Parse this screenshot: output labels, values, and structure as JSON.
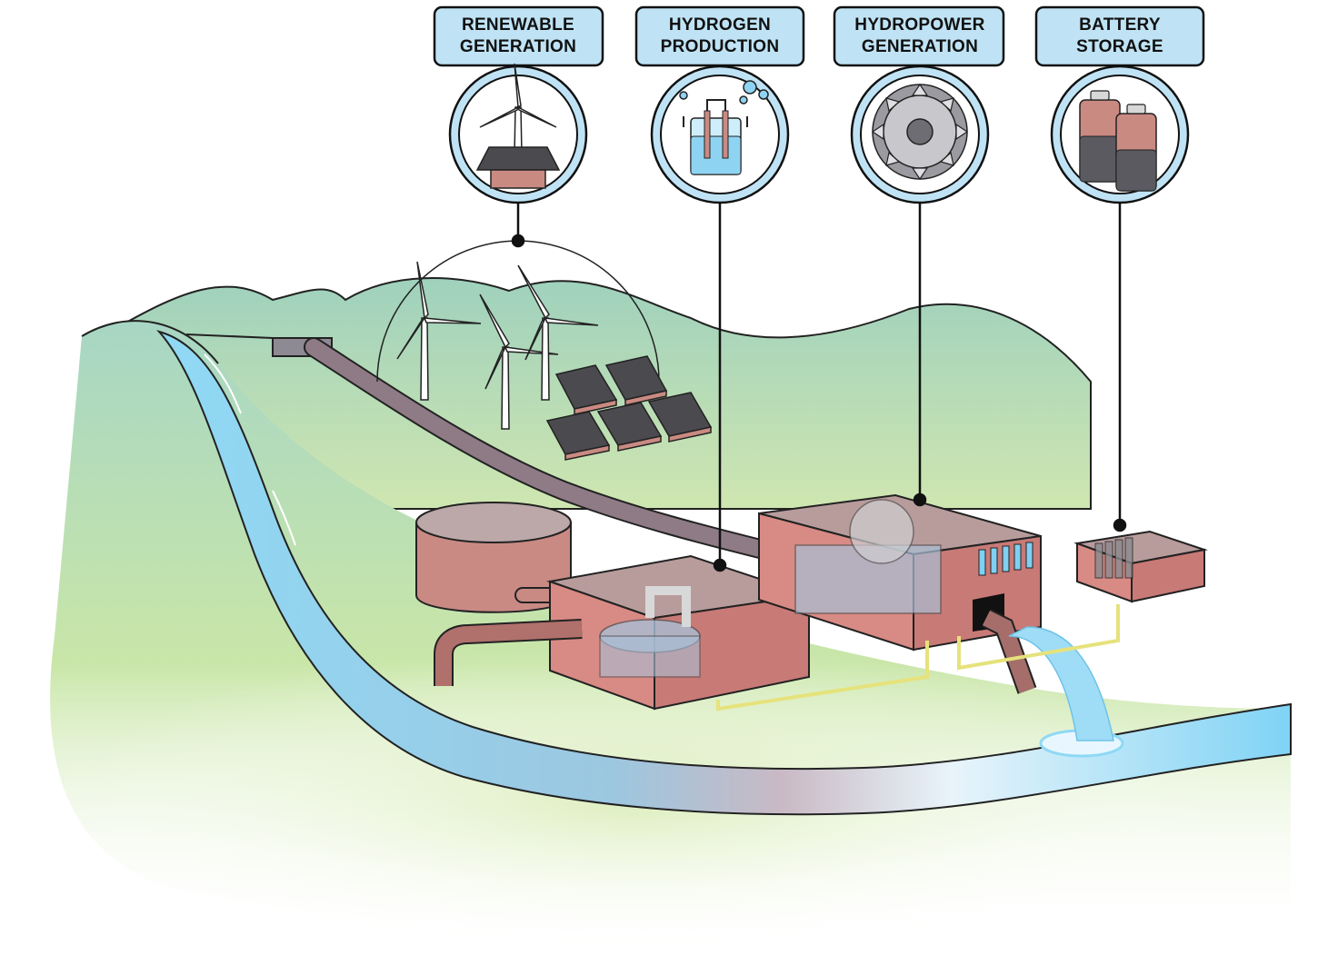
{
  "callouts": [
    {
      "line1": "RENEWABLE",
      "line2": "GENERATION",
      "icon": "wind-solar-icon"
    },
    {
      "line1": "HYDROGEN",
      "line2": "PRODUCTION",
      "icon": "electrolyzer-icon"
    },
    {
      "line1": "HYDROPOWER",
      "line2": "GENERATION",
      "icon": "turbine-wheel-icon"
    },
    {
      "line1": "BATTERY",
      "line2": "STORAGE",
      "icon": "battery-icon"
    }
  ],
  "colors": {
    "label_fill": "#bfe3f5",
    "building": "#d88a84",
    "building_dark": "#b96a66",
    "hill_top": "#9fd3c0",
    "hill_bottom": "#d4e8a6",
    "water": "#7fd0f2",
    "pipe": "#7e6f82",
    "wire": "#e6e27c"
  }
}
